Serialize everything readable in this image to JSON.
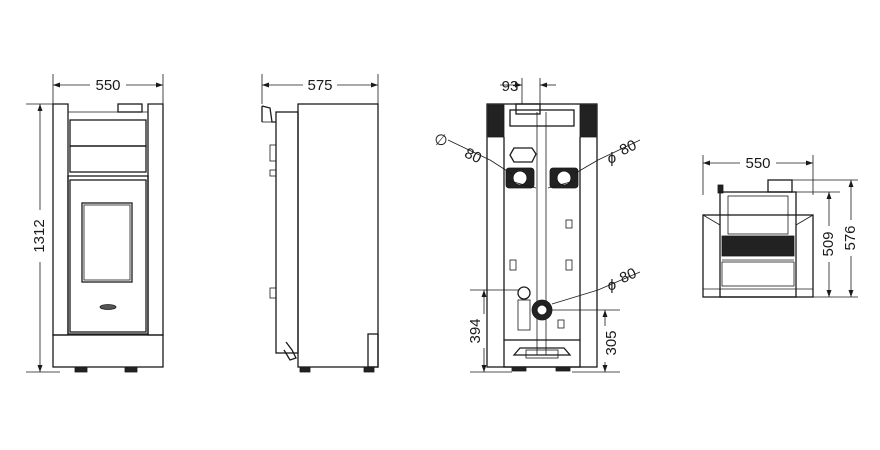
{
  "views": {
    "front": {
      "width_label": "550",
      "height_label": "1312"
    },
    "side": {
      "depth_label": "575"
    },
    "rear": {
      "offset_label": "93",
      "left_outlet_label": "80",
      "right_outlet_label": "80",
      "lower_outlet_label": "80",
      "height_left_label": "394",
      "height_right_label": "305"
    },
    "top": {
      "width_label": "550",
      "depth_label_1": "509",
      "depth_label_2": "576"
    }
  },
  "symbols": {
    "diameter_left": "∅",
    "diameter_right": "ϕ",
    "diameter_lower": "ϕ"
  }
}
